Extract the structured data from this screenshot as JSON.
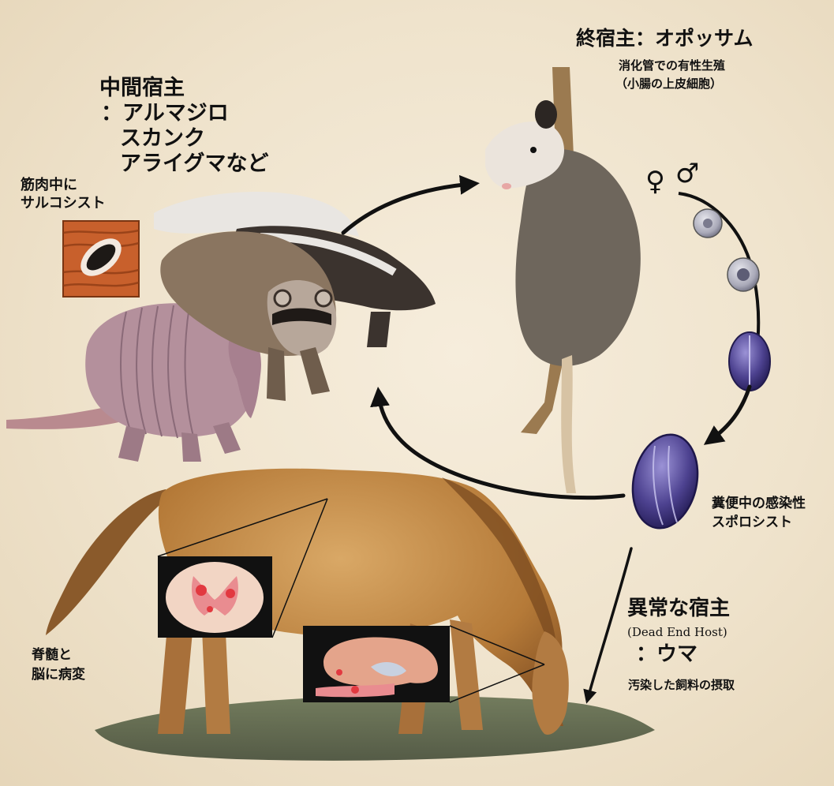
{
  "labels": {
    "intermediate_host_title": "中間宿主",
    "intermediate_host_line1": "：アルマジロ",
    "intermediate_host_line2": "スカンク",
    "intermediate_host_line3": "アライグマなど",
    "sarcocyst_line1": "筋肉中に",
    "sarcocyst_line2": "サルコシスト",
    "definitive_host": "終宿主：オポッサム",
    "sexual_reproduction": "消化管での有性生殖",
    "intestine_cells": "（小腸の上皮細胞）",
    "sporocyst_line1": "糞便中の感染性",
    "sporocyst_line2": "スポロシスト",
    "aberrant_host": "異常な宿主",
    "dead_end_host": "(Dead End Host)",
    "horse": "：ウマ",
    "ingestion": "汚染した飼料の摂取",
    "lesion_line1": "脊髄と",
    "lesion_line2": "脳に病変"
  },
  "symbols": {
    "female": "♀",
    "male": "♂"
  },
  "icons": [
    "arrow-icon",
    "female-symbol-icon",
    "male-symbol-icon"
  ],
  "colors": {
    "background": "#efe3cc",
    "arrow": "#111111",
    "horse": "#c08a45",
    "oocyst": "#5a4f8f"
  }
}
